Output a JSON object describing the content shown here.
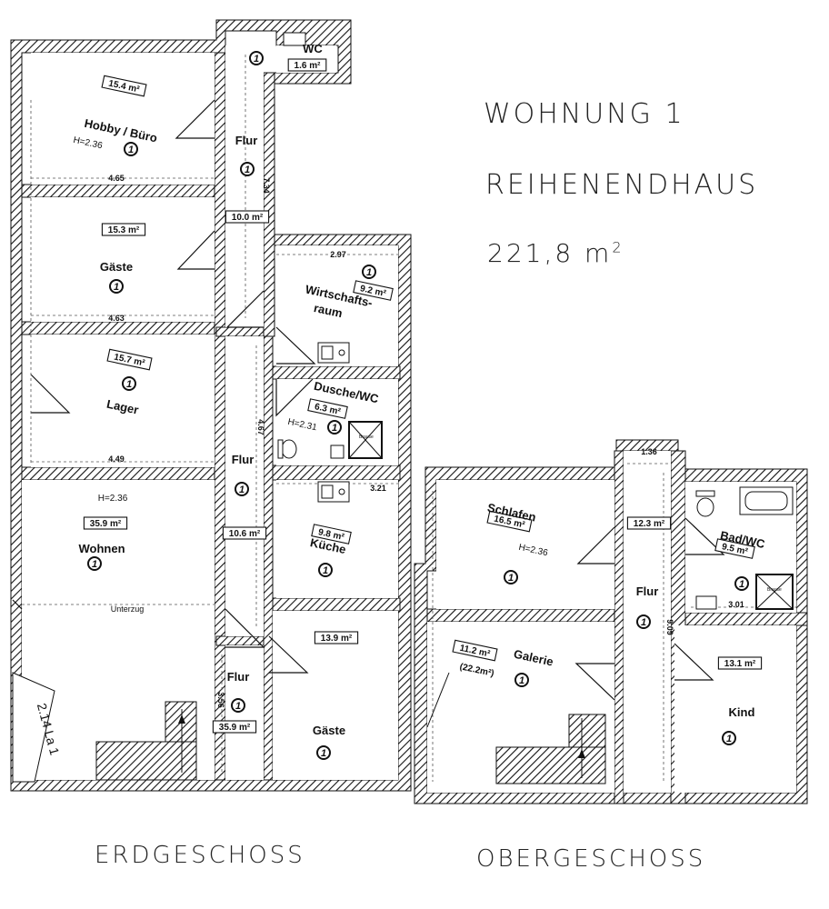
{
  "header": {
    "line1": "WOHNUNG 1",
    "line2": "REIHENENDHAUS",
    "area_value": "221,8 m",
    "area_sup": "2"
  },
  "floors": {
    "ground": "ERDGESCHOSS",
    "upper": "OBERGESCHOSS"
  },
  "marker": "1",
  "rooms": [
    {
      "id": "hobby",
      "name": "Hobby / Büro",
      "area": "15.4 m²",
      "height": "H=2.36",
      "dim": "4.65"
    },
    {
      "id": "gaeste1",
      "name": "Gäste",
      "area": "15.3 m²",
      "dim": "4.63"
    },
    {
      "id": "lager",
      "name": "Lager",
      "area": "15.7 m²",
      "dim": "4.49"
    },
    {
      "id": "wohnen",
      "name": "Wohnen",
      "area": "35.9 m²",
      "height": "H=2.36",
      "note": "Unterzug"
    },
    {
      "id": "wc",
      "name": "WC",
      "area": "1.6 m²"
    },
    {
      "id": "flur1",
      "name": "Flur",
      "area": "10.0 m²",
      "dim": "7.34"
    },
    {
      "id": "wirtschaft",
      "name1": "Wirtschafts-",
      "name2": "raum",
      "area": "9.2 m²",
      "dim": "2.97"
    },
    {
      "id": "dusche",
      "name": "Dusche/WC",
      "area": "6.3 m²",
      "height": "H=2.31"
    },
    {
      "id": "flur2",
      "name": "Flur",
      "area": "10.6 m²",
      "dim": "4.67"
    },
    {
      "id": "kueche",
      "name": "Küche",
      "area": "9.8 m²",
      "dim": "3.21"
    },
    {
      "id": "flur3",
      "name": "Flur",
      "area": "35.9 m²",
      "dim": "3.56"
    },
    {
      "id": "gaeste2",
      "name": "Gäste",
      "area": "13.9 m²"
    },
    {
      "id": "schlafen",
      "name": "Schlafen",
      "area": "16.5 m²",
      "height": "H=2.36"
    },
    {
      "id": "galerie",
      "name": "Galerie",
      "area": "11.2 m²",
      "area2": "(22.2m²)"
    },
    {
      "id": "flur4",
      "name": "Flur",
      "area": "12.3 m²",
      "dim_top": "1.36",
      "dim": "9.09"
    },
    {
      "id": "bad",
      "name": "Bad/WC",
      "area": "9.5 m²",
      "dim": "3.01"
    },
    {
      "id": "kind",
      "name": "Kind",
      "area": "13.1 m²"
    }
  ],
  "fixtures": {
    "shower1": "Brause",
    "shower2": "Brause"
  },
  "margin_note": "2.14  La 1"
}
